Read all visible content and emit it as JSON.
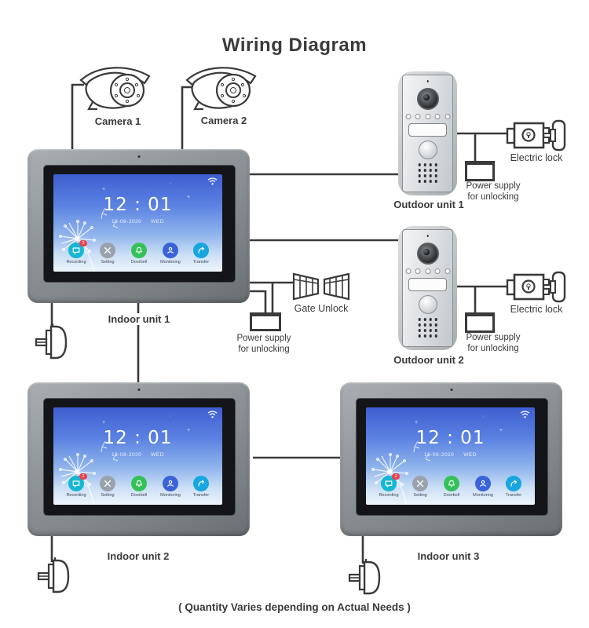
{
  "title": "Wiring Diagram",
  "footer": "( Quantity Varies depending on Actual Needs )",
  "colors": {
    "line": "#3a3a3c",
    "screen_top": "#3f5ed0",
    "screen_bottom": "#eef5fb",
    "badge": "#e8414b"
  },
  "cameras": [
    {
      "label": "Camera 1"
    },
    {
      "label": "Camera 2"
    }
  ],
  "indoor_units": [
    {
      "label": "Indoor unit 1"
    },
    {
      "label": "Indoor unit 2"
    },
    {
      "label": "Indoor unit 3"
    }
  ],
  "outdoor_units": [
    {
      "label": "Outdoor unit 1",
      "lock_label": "Electric lock",
      "psu_line1": "Power supply",
      "psu_line2": "for unlocking"
    },
    {
      "label": "Outdoor unit 2",
      "lock_label": "Electric lock",
      "psu_line1": "Power supply",
      "psu_line2": "for unlocking"
    }
  ],
  "gate": {
    "label": "Gate Unlock",
    "psu_line1": "Power supply",
    "psu_line2": "for unlocking"
  },
  "monitor_screen": {
    "time": "12 : 01",
    "date": "18-08-2020",
    "day": "WED",
    "wifi_icon": "wifi-icon",
    "icons": [
      {
        "name": "recording-icon",
        "label": "Recording",
        "color": "#14b7d4",
        "badge": "2"
      },
      {
        "name": "setting-icon",
        "label": "Setting",
        "color": "#99a2ac"
      },
      {
        "name": "doorbell-icon",
        "label": "Doorbell",
        "color": "#35c159"
      },
      {
        "name": "monitoring-icon",
        "label": "Monitoring",
        "color": "#3a63d8"
      },
      {
        "name": "transfer-icon",
        "label": "Transfer",
        "color": "#17a6e0"
      }
    ]
  }
}
